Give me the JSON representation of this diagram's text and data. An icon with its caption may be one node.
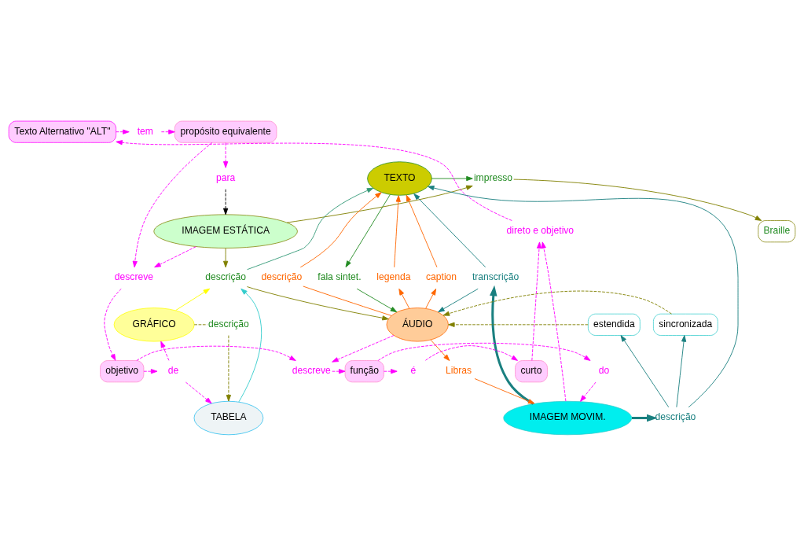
{
  "diagram": {
    "nodes": [
      {
        "text": [
          "propósito equivalente"
        ]
      },
      {
        "text": [
          "Texto Alternativo \"ALT\""
        ]
      },
      {
        "text": [
          "tem"
        ]
      },
      {
        "text": [
          "para"
        ]
      },
      {
        "text": [
          "impresso"
        ]
      },
      {
        "text": [
          "TEXTO"
        ]
      },
      {
        "text": [
          "Braille"
        ]
      },
      {
        "text": [
          "IMAGEM ESTÁTICA"
        ]
      },
      {
        "text": [
          "descreve"
        ]
      },
      {
        "text": [
          "descrição"
        ]
      },
      {
        "text": [
          "legenda"
        ]
      },
      {
        "text": [
          "caption"
        ]
      },
      {
        "text": [
          "descrição"
        ]
      },
      {
        "text": [
          "fala sintet."
        ]
      },
      {
        "text": [
          "transcrição"
        ]
      },
      {
        "text": [
          "direto e objetivo"
        ]
      },
      {
        "text": [
          "TABELA"
        ]
      },
      {
        "text": [
          "IMAGEM MOVIM."
        ]
      },
      {
        "text": [
          "descrição"
        ]
      },
      {
        "text": [
          "descrição"
        ]
      },
      {
        "text": [
          "GRÁFICO"
        ]
      },
      {
        "text": [
          "ÁUDIO"
        ]
      },
      {
        "text": [
          "Libras"
        ]
      },
      {
        "text": [
          "estendida"
        ]
      },
      {
        "text": [
          "sincronizada"
        ]
      },
      {
        "text": [
          "de"
        ]
      },
      {
        "text": [
          "do"
        ]
      },
      {
        "text": [
          "objetivo"
        ]
      },
      {
        "text": [
          "descreve"
        ]
      },
      {
        "text": [
          "função"
        ]
      },
      {
        "text": [
          "é"
        ]
      },
      {
        "text": [
          "curto"
        ]
      }
    ],
    "edges": [
      {
        "from": 1,
        "to": 2,
        "arrow": "to",
        "style": "dashed"
      },
      {
        "from": 2,
        "to": 0,
        "arrow": "to",
        "style": "dashed"
      },
      {
        "from": 0,
        "to": 3,
        "arrow": "to",
        "style": "dashed"
      },
      {
        "from": 3,
        "to": 7,
        "arrow": "to",
        "style": "dashed",
        "color": "#000000"
      },
      {
        "from": 0,
        "to": 8,
        "arrow": "to",
        "style": "dashed"
      },
      {
        "from": 7,
        "to": 8,
        "arrow": "to",
        "style": "dashed"
      },
      {
        "from": 8,
        "to": 27,
        "arrow": "to",
        "style": "dashed"
      },
      {
        "from": 5,
        "to": 4,
        "arrow": "to",
        "color": "#228b22"
      },
      {
        "from": 7,
        "to": 4,
        "arrow": "to",
        "color": "#808000"
      },
      {
        "from": 4,
        "to": 6,
        "arrow": "to",
        "color": "#808000"
      },
      {
        "from": 7,
        "to": 9,
        "arrow": "to",
        "color": "#808000"
      },
      {
        "from": 9,
        "to": 5,
        "arrow": "to",
        "color": "#339977"
      },
      {
        "from": 9,
        "to": 21,
        "arrow": "to",
        "color": "#808000"
      },
      {
        "from": 16,
        "to": 9,
        "arrow": "to",
        "color": "#33cccc"
      },
      {
        "from": 20,
        "to": 9,
        "arrow": "to",
        "color": "#ffff00"
      },
      {
        "from": 21,
        "to": 10,
        "arrow": "to",
        "color": "#ff6600"
      },
      {
        "from": 10,
        "to": 5,
        "arrow": "to",
        "color": "#ff6600"
      },
      {
        "from": 21,
        "to": 11,
        "arrow": "to",
        "color": "#ff6600"
      },
      {
        "from": 11,
        "to": 5,
        "arrow": "to",
        "color": "#ff6600"
      },
      {
        "from": 21,
        "to": 12,
        "arrow": "none",
        "color": "#ff6600"
      },
      {
        "from": 12,
        "to": 5,
        "arrow": "to",
        "color": "#ff6600"
      },
      {
        "from": 5,
        "to": 13,
        "arrow": "to",
        "color": "#228b22"
      },
      {
        "from": 13,
        "to": 21,
        "arrow": "to",
        "color": "#228b22"
      },
      {
        "from": 17,
        "to": 14,
        "arrow": "to",
        "style": "thick",
        "color": "#1a8080"
      },
      {
        "from": 14,
        "to": 5,
        "arrow": "to",
        "color": "#1a8080"
      },
      {
        "from": 14,
        "to": 21,
        "arrow": "to",
        "color": "#1a8080"
      },
      {
        "from": 17,
        "to": 18,
        "arrow": "to",
        "style": "thick",
        "color": "#1a8080"
      },
      {
        "from": 18,
        "to": 5,
        "arrow": "to",
        "color": "#1a8080"
      },
      {
        "from": 18,
        "to": 23,
        "arrow": "to",
        "color": "#1a8080"
      },
      {
        "from": 18,
        "to": 24,
        "arrow": "to",
        "color": "#1a8080"
      },
      {
        "from": 23,
        "to": 21,
        "arrow": "to",
        "style": "dashed",
        "color": "#808000"
      },
      {
        "from": 24,
        "to": 21,
        "arrow": "to",
        "style": "dashed",
        "color": "#808000"
      },
      {
        "from": 21,
        "to": 22,
        "arrow": "to",
        "color": "#ff6600"
      },
      {
        "from": 22,
        "to": 17,
        "arrow": "to",
        "color": "#ff6600"
      },
      {
        "from": 17,
        "to": 15,
        "arrow": "to",
        "style": "dashed"
      },
      {
        "from": 31,
        "to": 15,
        "arrow": "to",
        "style": "dashed"
      },
      {
        "from": 15,
        "to": 1,
        "arrow": "to",
        "style": "dashed"
      },
      {
        "from": 20,
        "to": 19,
        "arrow": "none",
        "style": "dashed",
        "color": "#808000"
      },
      {
        "from": 19,
        "to": 16,
        "arrow": "to",
        "style": "dashed",
        "color": "#808000"
      },
      {
        "from": 27,
        "to": 25,
        "arrow": "to",
        "style": "dashed"
      },
      {
        "from": 25,
        "to": 16,
        "arrow": "to",
        "style": "dashed"
      },
      {
        "from": 25,
        "to": 20,
        "arrow": "to",
        "style": "dashed"
      },
      {
        "from": 27,
        "to": 28,
        "arrow": "to",
        "style": "dashed"
      },
      {
        "from": 21,
        "to": 28,
        "arrow": "to",
        "style": "dashed"
      },
      {
        "from": 28,
        "to": 29,
        "arrow": "to",
        "style": "dashed"
      },
      {
        "from": 29,
        "to": 26,
        "arrow": "to",
        "style": "dashed"
      },
      {
        "from": 26,
        "to": 17,
        "arrow": "to",
        "style": "dashed"
      },
      {
        "from": 29,
        "to": 30,
        "arrow": "to",
        "style": "dashed"
      },
      {
        "from": 30,
        "to": 31,
        "arrow": "to",
        "style": "dashed"
      }
    ]
  }
}
